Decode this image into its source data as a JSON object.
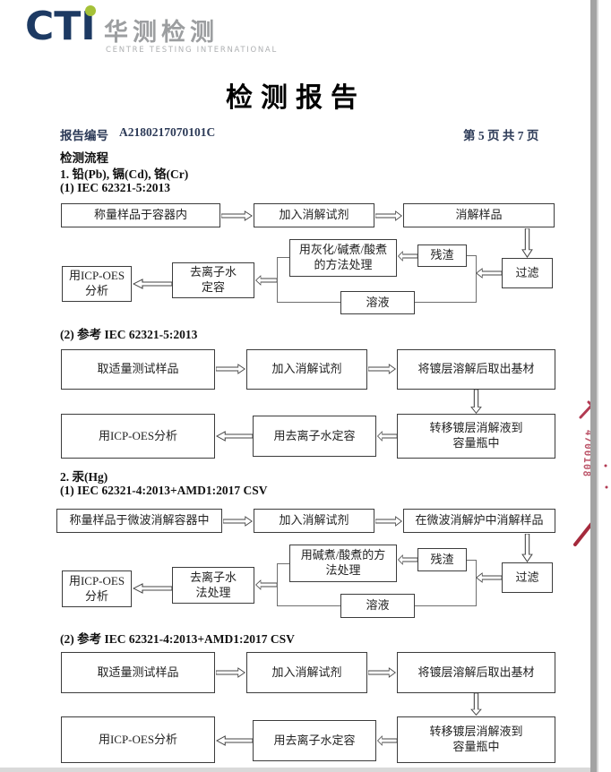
{
  "header": {
    "logo": {
      "cti": "CTI",
      "cn": "华测检测",
      "en": "CENTRE TESTING INTERNATIONAL"
    },
    "title": "检测报告",
    "report_no_label": "报告编号",
    "report_no": "A2180217070101C",
    "page_info": "第 5 页  共 7 页"
  },
  "body": {
    "flow_heading": "检测流程",
    "section1": {
      "heading": "1. 铅(Pb), 镉(Cd), 铬(Cr)",
      "method1_heading": "(1) IEC 62321-5:2013",
      "method2_heading": "(2) 参考 IEC 62321-5:2013"
    },
    "section2": {
      "heading": "2. 汞(Hg)",
      "method1_heading": "(1) IEC 62321-4:2013+AMD1:2017 CSV",
      "method2_heading": "(2) 参考 IEC 62321-4:2013+AMD1:2017 CSV"
    }
  },
  "flowcharts": {
    "pb_main": {
      "weigh": "称量样品于容器内",
      "add_reagent": "加入消解试剂",
      "digest": "消解样品",
      "filter": "过滤",
      "residue": "残渣",
      "treat": "用灰化/碱煮/酸煮\n的方法处理",
      "solution": "溶液",
      "dilute": "去离子水\n定容",
      "analyze": "用ICP-OES\n分析"
    },
    "pb_ref": {
      "take_sample": "取适量测试样品",
      "add_reagent": "加入消解试剂",
      "dissolve": "将镀层溶解后取出基材",
      "transfer": "转移镀层消解液到\n容量瓶中",
      "dilute": "用去离子水定容",
      "analyze": "用ICP-OES分析"
    },
    "hg_main": {
      "weigh": "称量样品于微波消解容器中",
      "add_reagent": "加入消解试剂",
      "digest": "在微波消解炉中消解样品",
      "filter": "过滤",
      "residue": "残渣",
      "treat": "用碱煮/酸煮的方\n法处理",
      "solution": "溶液",
      "dilute": "去离子水\n法处理",
      "analyze": "用ICP-OES\n分析"
    },
    "hg_ref": {
      "take_sample": "取适量测试样品",
      "add_reagent": "加入消解试剂",
      "dissolve": "将镀层溶解后取出基材",
      "transfer": "转移镀层消解液到\n容量瓶中",
      "dilute": "用去离子水定容",
      "analyze": "用ICP-OES分析"
    }
  },
  "stamp": {
    "fragment": "4700108",
    "color": "#b23a52"
  }
}
